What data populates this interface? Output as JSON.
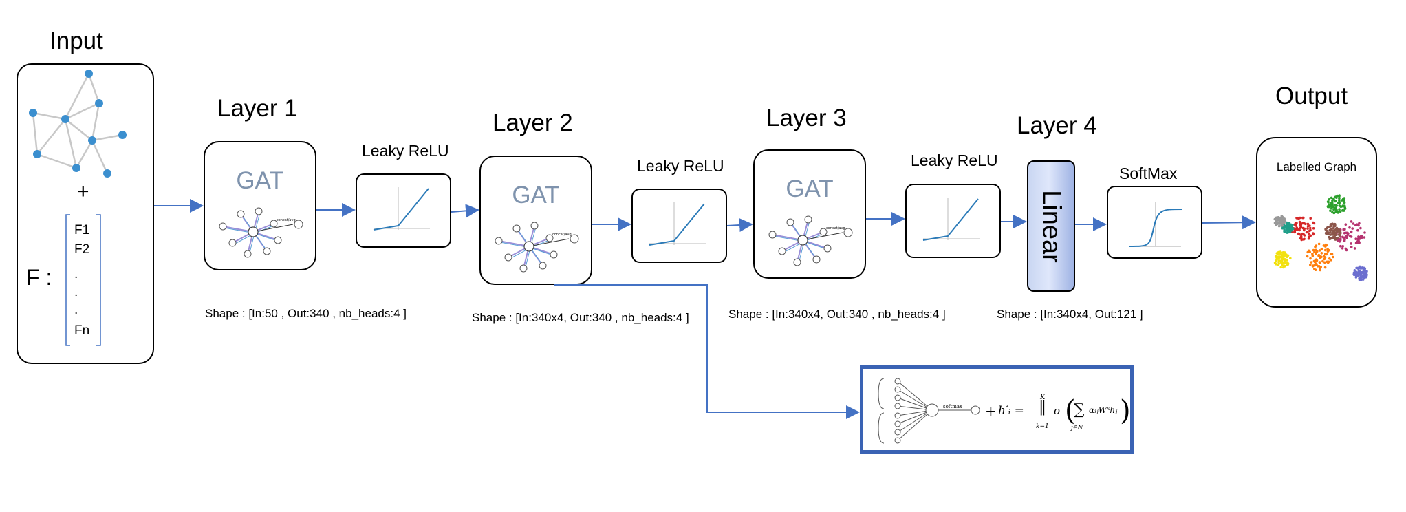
{
  "input": {
    "title": "Input",
    "plus": "+",
    "feature_label": "F :",
    "features": [
      "F1",
      "F2",
      ".",
      ".",
      ".",
      "Fn"
    ]
  },
  "layer1": {
    "title": "Layer 1",
    "block": "GAT",
    "shape": "Shape : [In:50 , Out:340 , nb_heads:4 ]"
  },
  "layer2": {
    "title": "Layer 2",
    "block": "GAT",
    "shape": "Shape : [In:340x4, Out:340 , nb_heads:4 ]"
  },
  "layer3": {
    "title": "Layer 3",
    "block": "GAT",
    "shape": "Shape : [In:340x4, Out:340 , nb_heads:4 ]"
  },
  "layer4": {
    "title": "Layer 4",
    "block": "Linear",
    "shape": "Shape : [In:340x4, Out:121 ]"
  },
  "activations": {
    "relu": "Leaky ReLU",
    "softmax": "SoftMax"
  },
  "output": {
    "title": "Output",
    "caption": "Labelled Graph"
  },
  "gat_inner": {
    "concat": "concat/avg"
  },
  "formula": {
    "softmax": "softmax",
    "plus": "+",
    "sigma": "σ",
    "k": "K",
    "k1": "k=1",
    "jn": "j∈N"
  },
  "colors": {
    "arrow": "#4472c4",
    "node": "#3b8fcf",
    "gat_text": "#7f93ad",
    "formula_border": "#3a63b4"
  }
}
